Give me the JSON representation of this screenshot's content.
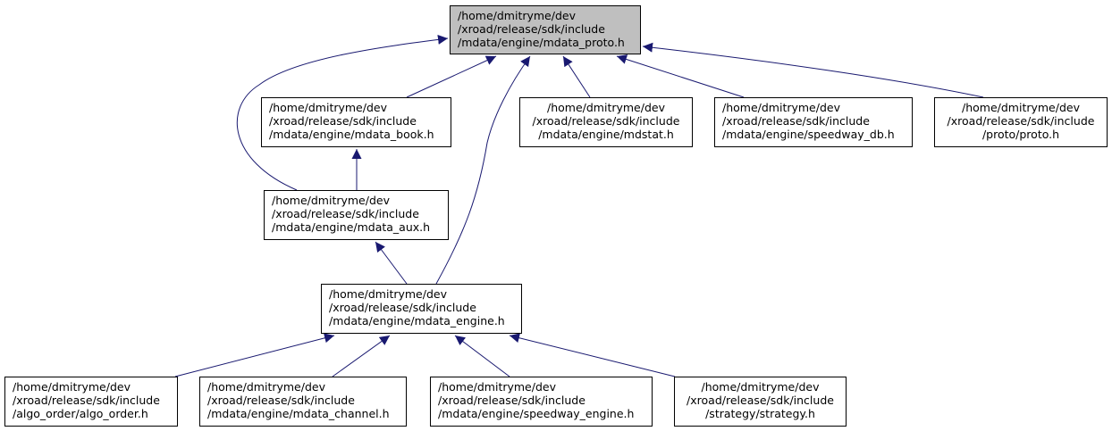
{
  "nodes": {
    "proto": {
      "lines": [
        "/home/dmitryme/dev",
        "/xroad/release/sdk/include",
        "/mdata/engine/mdata_proto.h"
      ]
    },
    "book": {
      "lines": [
        "/home/dmitryme/dev",
        "/xroad/release/sdk/include",
        "/mdata/engine/mdata_book.h"
      ]
    },
    "mdstat": {
      "lines": [
        "/home/dmitryme/dev",
        "/xroad/release/sdk/include",
        "/mdata/engine/mdstat.h"
      ]
    },
    "speedway_db": {
      "lines": [
        "/home/dmitryme/dev",
        "/xroad/release/sdk/include",
        "/mdata/engine/speedway_db.h"
      ]
    },
    "proto_h": {
      "lines": [
        "/home/dmitryme/dev",
        "/xroad/release/sdk/include",
        "/proto/proto.h"
      ]
    },
    "aux": {
      "lines": [
        "/home/dmitryme/dev",
        "/xroad/release/sdk/include",
        "/mdata/engine/mdata_aux.h"
      ]
    },
    "engine": {
      "lines": [
        "/home/dmitryme/dev",
        "/xroad/release/sdk/include",
        "/mdata/engine/mdata_engine.h"
      ]
    },
    "algo_order": {
      "lines": [
        "/home/dmitryme/dev",
        "/xroad/release/sdk/include",
        "/algo_order/algo_order.h"
      ]
    },
    "channel": {
      "lines": [
        "/home/dmitryme/dev",
        "/xroad/release/sdk/include",
        "/mdata/engine/mdata_channel.h"
      ]
    },
    "speedway_engine": {
      "lines": [
        "/home/dmitryme/dev",
        "/xroad/release/sdk/include",
        "/mdata/engine/speedway_engine.h"
      ]
    },
    "strategy": {
      "lines": [
        "/home/dmitryme/dev",
        "/xroad/release/sdk/include",
        "/strategy/strategy.h"
      ]
    }
  },
  "edges": [
    {
      "from": "book",
      "to": "proto"
    },
    {
      "from": "mdstat",
      "to": "proto"
    },
    {
      "from": "speedway_db",
      "to": "proto"
    },
    {
      "from": "proto_h",
      "to": "proto"
    },
    {
      "from": "aux",
      "to": "proto"
    },
    {
      "from": "engine",
      "to": "proto"
    },
    {
      "from": "aux",
      "to": "book"
    },
    {
      "from": "engine",
      "to": "aux"
    },
    {
      "from": "algo_order",
      "to": "engine"
    },
    {
      "from": "channel",
      "to": "engine"
    },
    {
      "from": "speedway_engine",
      "to": "engine"
    },
    {
      "from": "strategy",
      "to": "engine"
    }
  ],
  "colors": {
    "edge": "#191970",
    "root_fill": "#bfbfbf",
    "node_fill": "#ffffff",
    "border": "#000000"
  }
}
